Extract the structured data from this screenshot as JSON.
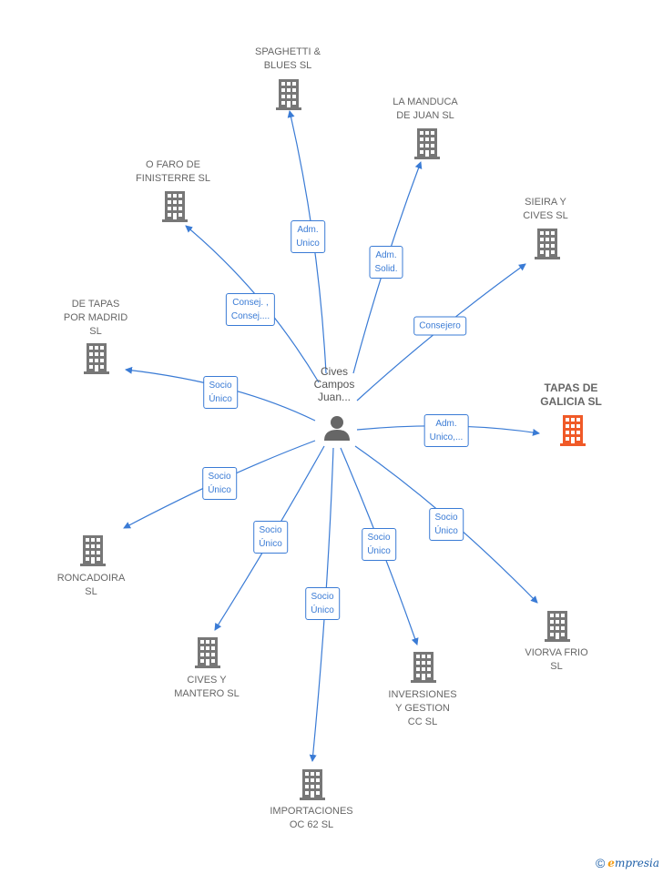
{
  "center": {
    "name_lines": [
      "Cives",
      "Campos",
      "Juan..."
    ],
    "icon": "person-icon"
  },
  "target": {
    "name_lines": [
      "TAPAS DE",
      "GALICIA  SL"
    ],
    "icon": "building-icon",
    "color": "#f05a28"
  },
  "companies": [
    {
      "id": "spaghetti",
      "lines": [
        "SPAGHETTI &",
        "BLUES  SL"
      ],
      "role": [
        "Adm.",
        "Unico"
      ]
    },
    {
      "id": "la-manduca",
      "lines": [
        "LA MANDUCA",
        "DE JUAN  SL"
      ],
      "role": [
        "Adm.",
        "Solid."
      ]
    },
    {
      "id": "o-faro",
      "lines": [
        "O FARO DE",
        "FINISTERRE SL"
      ],
      "role": [
        "Consej. ,",
        "Consej...."
      ]
    },
    {
      "id": "sieira",
      "lines": [
        "SIEIRA Y",
        "CIVES  SL"
      ],
      "role": [
        "Consejero"
      ]
    },
    {
      "id": "de-tapas",
      "lines": [
        "DE TAPAS",
        "POR MADRID",
        "SL"
      ],
      "role": [
        "Socio",
        "Único"
      ]
    },
    {
      "id": "tapas-galicia",
      "lines": [
        "TAPAS DE",
        "GALICIA  SL"
      ],
      "role": [
        "Adm.",
        "Unico,..."
      ]
    },
    {
      "id": "roncadoira",
      "lines": [
        "RONCADOIRA",
        "SL"
      ],
      "role": [
        "Socio",
        "Único"
      ]
    },
    {
      "id": "cives-mantero",
      "lines": [
        "CIVES Y",
        "MANTERO SL"
      ],
      "role": [
        "Socio",
        "Único"
      ]
    },
    {
      "id": "importaciones",
      "lines": [
        "IMPORTACIONES",
        "OC 62  SL"
      ],
      "role": [
        "Socio",
        "Único"
      ]
    },
    {
      "id": "inversiones",
      "lines": [
        "INVERSIONES",
        "Y GESTION",
        "CC  SL"
      ],
      "role": [
        "Socio",
        "Único"
      ]
    },
    {
      "id": "viorva",
      "lines": [
        "VIORVA FRIO",
        "SL"
      ],
      "role": [
        "Socio",
        "Único"
      ]
    }
  ],
  "colors": {
    "edge": "#3a7bd5",
    "building": "#777777",
    "highlight": "#f05a28",
    "person": "#666666"
  },
  "footer": {
    "copyright": "©",
    "brand_first": "e",
    "brand_rest": "mpresia"
  }
}
